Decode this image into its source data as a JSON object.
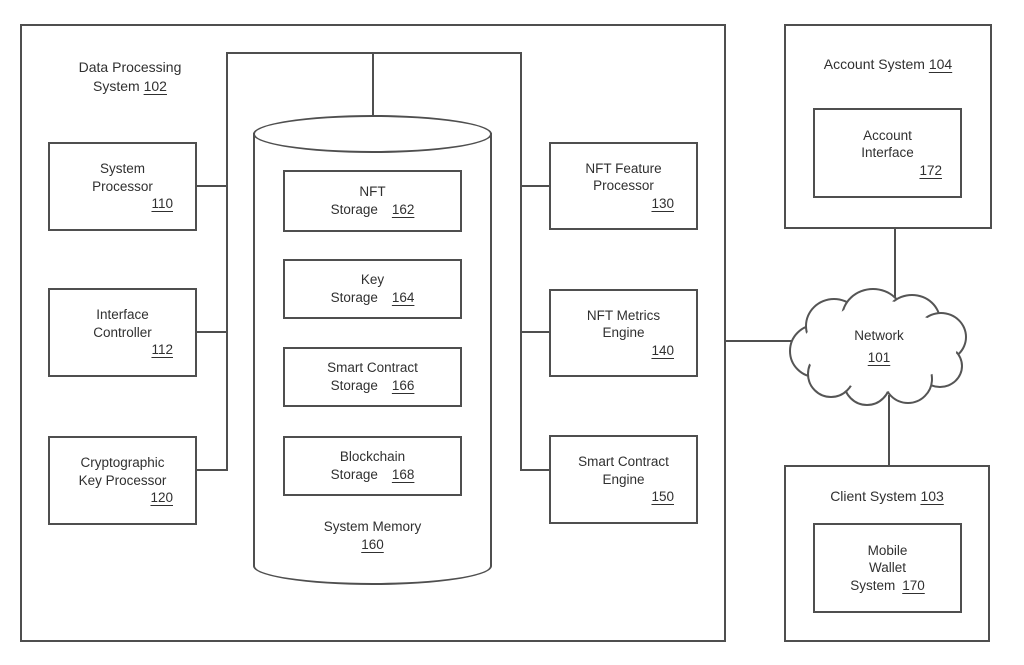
{
  "figure": {
    "colors": {
      "line": "#4f4f4f",
      "text": "#303030",
      "background": "#ffffff"
    },
    "main_system": {
      "title_line1": "Data Processing",
      "title_line2": "System",
      "ref": "102",
      "processors": [
        {
          "line1": "System",
          "line2": "Processor",
          "ref": "110"
        },
        {
          "line1": "Interface",
          "line2": "Controller",
          "ref": "112"
        },
        {
          "line1": "Cryptographic",
          "line2": "Key Processor",
          "ref": "120"
        }
      ],
      "engines": [
        {
          "line1": "NFT Feature",
          "line2": "Processor",
          "ref": "130"
        },
        {
          "line1": "NFT Metrics",
          "line2": "Engine",
          "ref": "140"
        },
        {
          "line1": "Smart Contract",
          "line2": "Engine",
          "ref": "150"
        }
      ],
      "memory": {
        "label": "System Memory",
        "ref": "160",
        "stores": [
          {
            "line1": "NFT",
            "line2": "Storage",
            "ref": "162"
          },
          {
            "line1": "Key",
            "line2": "Storage",
            "ref": "164"
          },
          {
            "line1": "Smart Contract",
            "line2": "Storage",
            "ref": "166"
          },
          {
            "line1": "Blockchain",
            "line2": "Storage",
            "ref": "168"
          }
        ]
      }
    },
    "account_system": {
      "title": "Account System",
      "ref": "104",
      "interface": {
        "line1": "Account",
        "line2": "Interface",
        "ref": "172"
      }
    },
    "network": {
      "label": "Network",
      "ref": "101"
    },
    "client_system": {
      "title": "Client System",
      "ref": "103",
      "wallet": {
        "line1": "Mobile",
        "line2": "Wallet",
        "line3": "System",
        "ref": "170"
      }
    }
  }
}
